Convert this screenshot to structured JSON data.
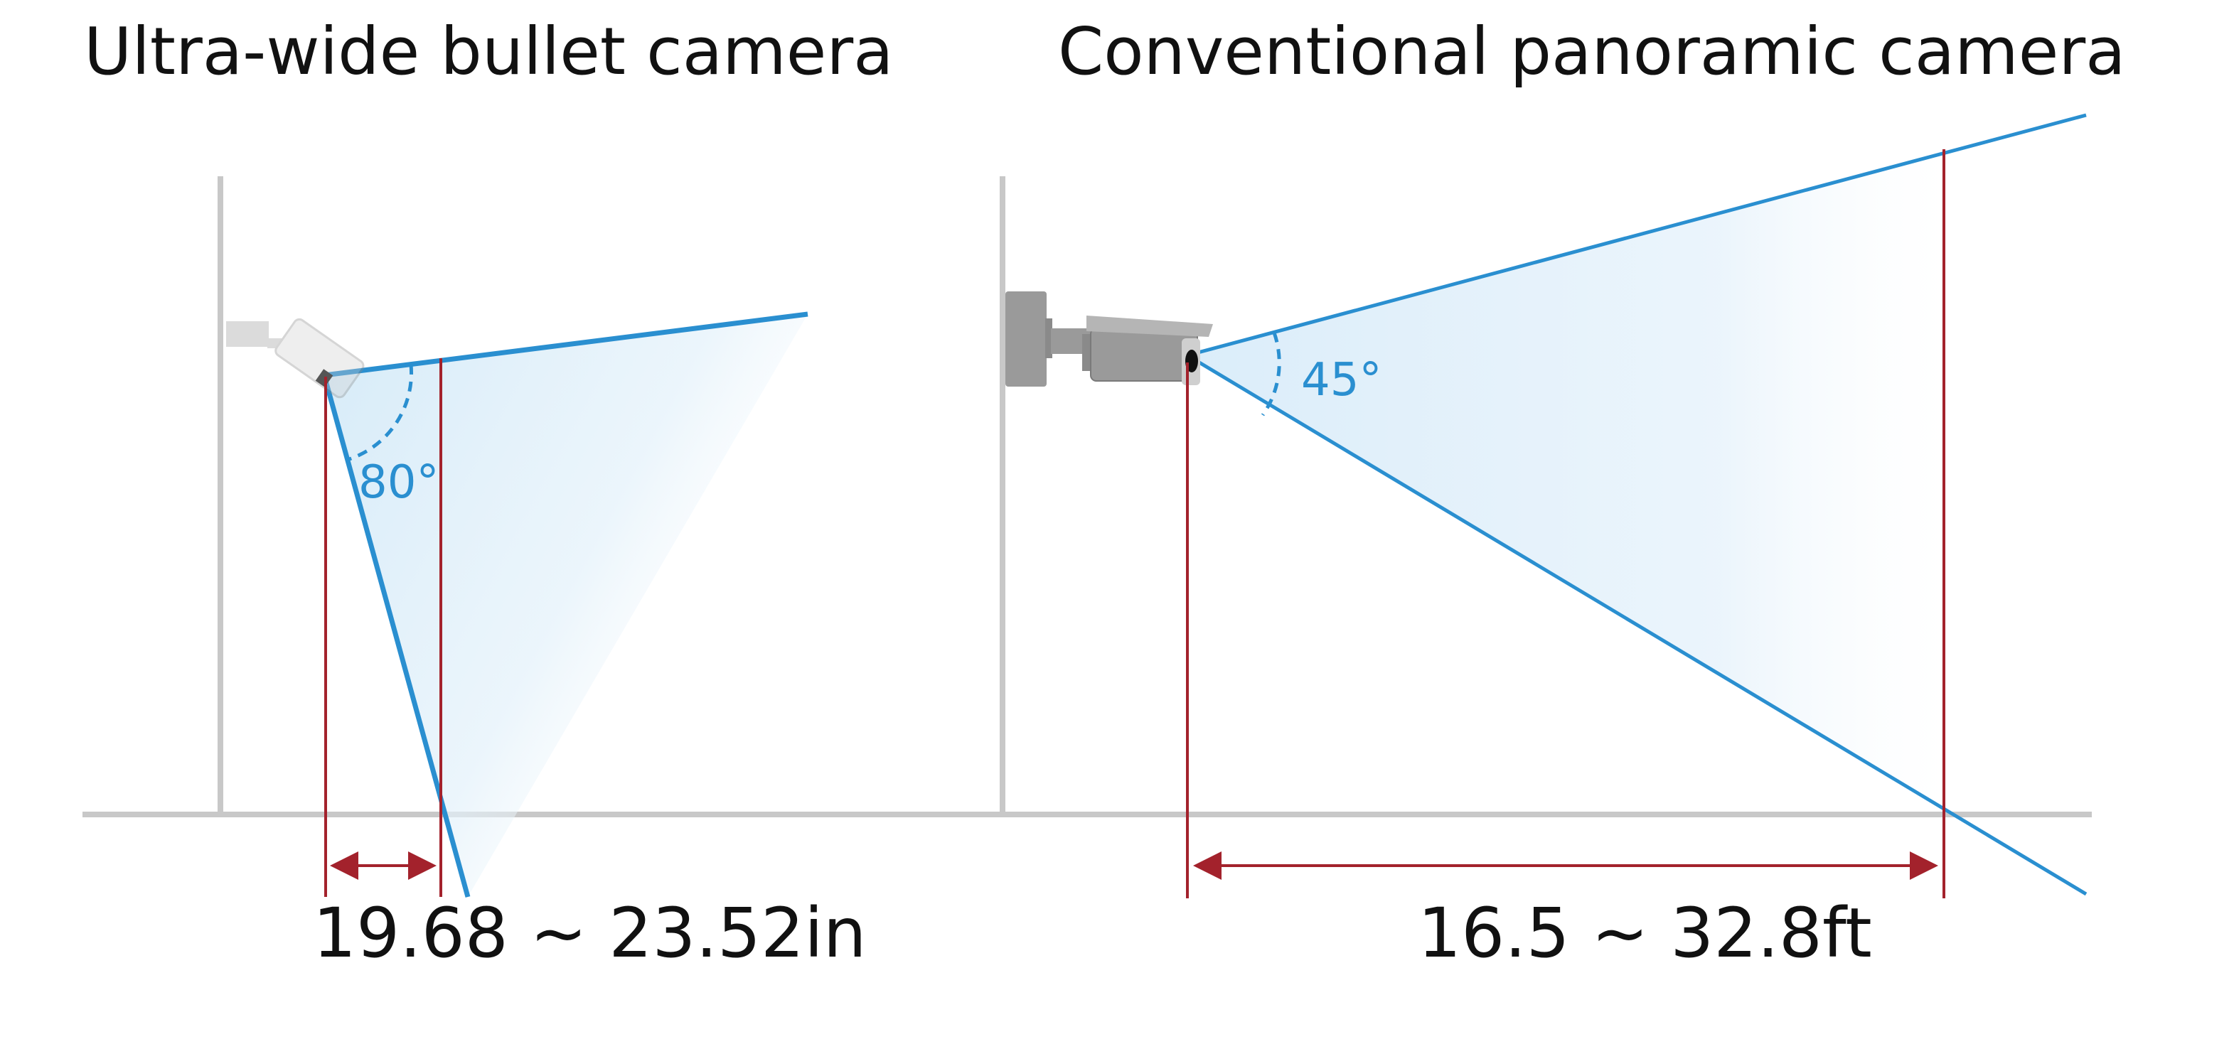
{
  "left_panel": {
    "title": "Ultra-wide bullet camera",
    "angle_label": "80°",
    "distance_label": "19.68 ~ 23.52in"
  },
  "right_panel": {
    "title": "Conventional panoramic camera",
    "angle_label": "45°",
    "distance_label": "16.5 ~ 32.8ft"
  },
  "colors": {
    "fov_line": "#2a8fd0",
    "fov_fill": "#d6ebf8",
    "measure_line": "#a3222c",
    "structure_line": "#c8c8c8",
    "camera_body": "#9a9a9a"
  }
}
